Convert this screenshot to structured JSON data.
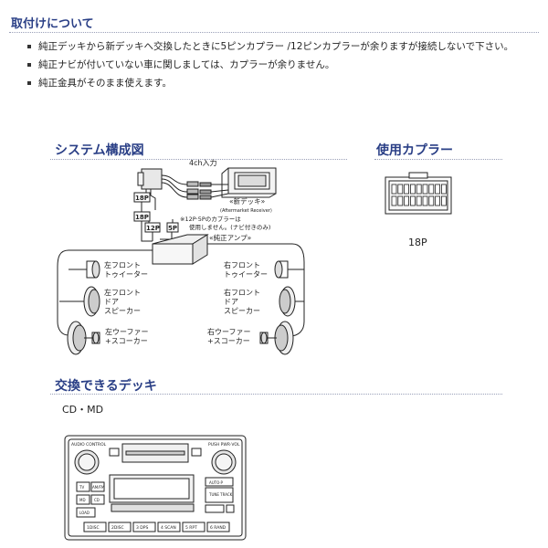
{
  "install": {
    "title": "取付けについて",
    "notes": [
      "純正デッキから新デッキへ交換したときに5ピンカプラー /12ピンカプラーが余りますが接続しないで下さい。",
      "純正ナビが付いていない車に関しましては、カプラーが余りません。",
      "純正金具がそのまま使えます。"
    ]
  },
  "system": {
    "title": "システム構成図",
    "label_4ch": "4ch入力",
    "new_deck": "«新デッキ»",
    "aftermarket": "(Aftermarket Receiver)",
    "connector_18p_top": "18P",
    "connector_18p_mid": "18P",
    "connector_12p": "12P",
    "connector_5p": "5P",
    "note_line1": "※12P·5Pのカプラーは",
    "note_line2": "使用しません。(ナビ付きのみ)",
    "amp_label": "«純正アンプ»",
    "left_front_tweeter": [
      "左フロント",
      "トゥイーター"
    ],
    "right_front_tweeter": [
      "右フロント",
      "トゥイーター"
    ],
    "left_front_door": [
      "左フロント",
      "ドア",
      "スピーカー"
    ],
    "right_front_door": [
      "右フロント",
      "ドア",
      "スピーカー"
    ],
    "left_woofer": [
      "左ウーファー",
      "+スコーカー"
    ],
    "right_woofer": [
      "右ウーファー",
      "+スコーカー"
    ]
  },
  "coupler": {
    "title": "使用カプラー",
    "caption": "18P"
  },
  "deck": {
    "title": "交換できるデッキ",
    "types": "CD・MD",
    "audio_control": "AUDIO CONTROL",
    "push_pwr_vol": "PUSH PWR·VOL",
    "buttons": {
      "tv": "TV",
      "am_fm": "AM/FM",
      "md": "MD",
      "cd": "CD",
      "load": "LOAD",
      "auto_p": "AUTO·P",
      "tune_track": "TUNE TRACK",
      "preset1": "1DISC",
      "preset2": "2DISC",
      "preset3": "3 DPS",
      "preset4": "4 SCAN",
      "preset5": "5 RPT",
      "preset6": "6 RAND"
    }
  }
}
